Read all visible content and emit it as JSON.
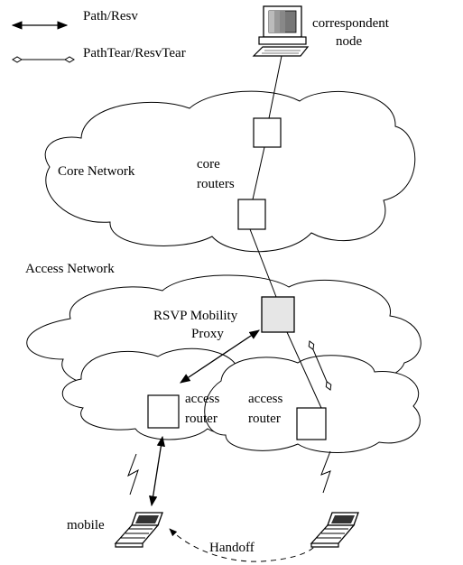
{
  "legend": {
    "path_resv": "Path/Resv",
    "teardown": "PathTear/ResvTear"
  },
  "labels": {
    "correspondent_line1": "correspondent",
    "correspondent_line2": "node",
    "core_network": "Core Network",
    "core_routers_line1": "core",
    "core_routers_line2": "routers",
    "access_network": "Access Network",
    "proxy_line1": "RSVP Mobility",
    "proxy_line2": "Proxy",
    "access_router_left_line1": "access",
    "access_router_left_line2": "router",
    "access_router_right_line1": "access",
    "access_router_right_line2": "router",
    "mobile": "mobile",
    "handoff": "Handoff"
  },
  "colors": {
    "proxy_fill": "#e6e6e6",
    "stroke": "#000000"
  },
  "icons": {
    "correspondent": "desktop-computer-icon",
    "mobile": "laptop-icon",
    "wireless": "lightning-bolt-icon"
  }
}
